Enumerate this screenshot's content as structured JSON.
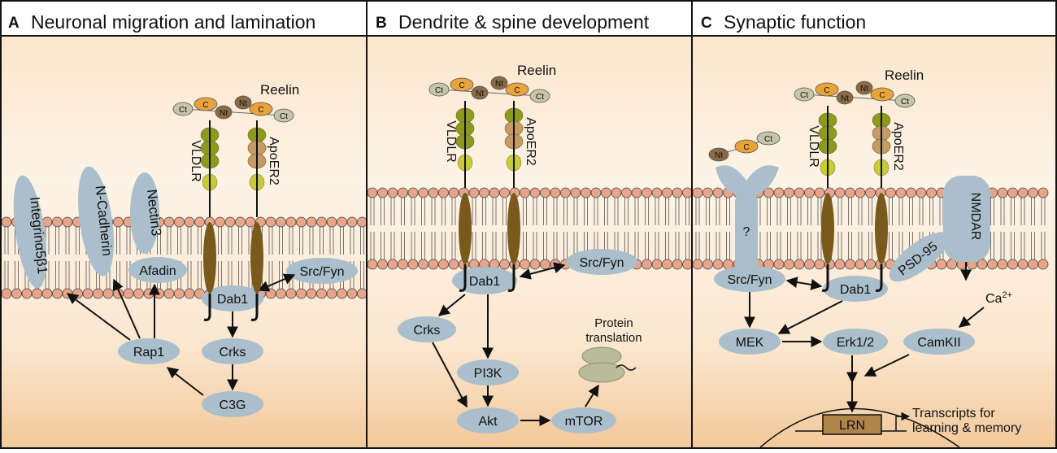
{
  "panels": [
    {
      "letter": "A",
      "title": "Neuronal migration and lamination"
    },
    {
      "letter": "B",
      "title": "Dendrite & spine development"
    },
    {
      "letter": "C",
      "title": "Synaptic function"
    }
  ],
  "receptor": {
    "reelin": "Reelin",
    "vldlr": "VLDLR",
    "apoer2": "ApoER2",
    "ct": "Ct",
    "c": "C",
    "nt": "Nt"
  },
  "panel_a": {
    "integrin": "Integrinα5β1",
    "ncadherin": "N-Cadherin",
    "nectin": "Nectin3",
    "afadin": "Afadin",
    "srcfyn": "Src/Fyn",
    "dab1": "Dab1",
    "rap1": "Rap1",
    "crks": "Crks",
    "c3g": "C3G"
  },
  "panel_b": {
    "dab1": "Dab1",
    "srcfyn": "Src/Fyn",
    "crks": "Crks",
    "pi3k": "PI3K",
    "akt": "Akt",
    "mtor": "mTOR",
    "protein1": "Protein",
    "protein2": "translation"
  },
  "panel_c": {
    "question": "?",
    "nmdar": "NMDAR",
    "psd95": "PSD-95",
    "srcfyn": "Src/Fyn",
    "dab1": "Dab1",
    "ca": "Ca",
    "ca_sup": "2+",
    "mek": "MEK",
    "erk": "Erk1/2",
    "camkii": "CamKII",
    "lrn": "LRN",
    "transcripts1": "Transcripts for",
    "transcripts2": "learning & memory"
  },
  "colors": {
    "oval": "#aabfcb",
    "receptor_green": "#8c9a1e",
    "receptor_tan": "#c59a64",
    "receptor_yellow": "#c9c93a",
    "transmembrane": "#7a5a1c",
    "reelin_orange": "#e8a33c",
    "reelin_gray": "#c5c5a8",
    "reelin_brown": "#8a6a44",
    "lipid_head": "#e8a58a",
    "gene_box": "#b0844a"
  }
}
